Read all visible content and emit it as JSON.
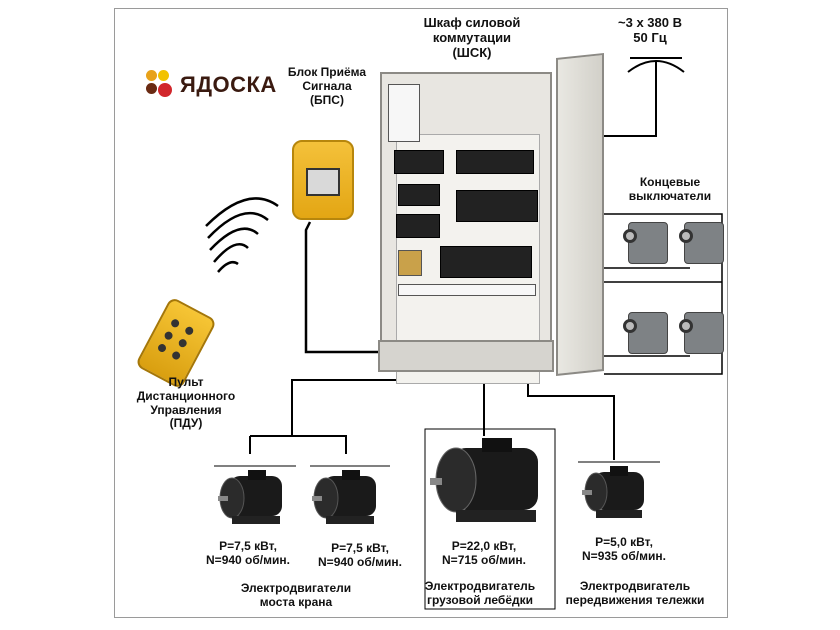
{
  "logo": {
    "text": "ЯДОСКА",
    "dot_colors": [
      "#e8a21a",
      "#d1262b",
      "#f2c200",
      "#6a2a12"
    ]
  },
  "labels": {
    "cabinet": "Шкаф силовой\nкоммутации\n(ШСК)",
    "power": "~3 x 380 В\n50 Гц",
    "receiver": "Блок Приёма\nСигнала\n(БПС)",
    "limit_switches": "Концевые\nвыключатели",
    "remote": "Пульт\nДистанционного\nУправления\n(ПДУ)"
  },
  "motors": [
    {
      "id": "bridge-1",
      "spec": "P=7,5 кВт,\nN=940 об/мин."
    },
    {
      "id": "bridge-2",
      "spec": "P=7,5 кВт,\nN=940 об/мин."
    },
    {
      "id": "hoist",
      "spec": "P=22,0 кВт,\nN=715 об/мин."
    },
    {
      "id": "trolley",
      "spec": "P=5,0 кВт,\nN=935 об/мин."
    }
  ],
  "groups": {
    "bridge": "Электродвигатели\nмоста крана",
    "hoist": "Электродвигатель\nгрузовой лебёдки",
    "trolley": "Электродвигатель\nпередвижения тележки"
  },
  "colors": {
    "remote_body": "#f2b820",
    "receiver_body": "#f0b52a",
    "cabinet": "#e8e6e1",
    "motor": "#1a1a1a"
  }
}
